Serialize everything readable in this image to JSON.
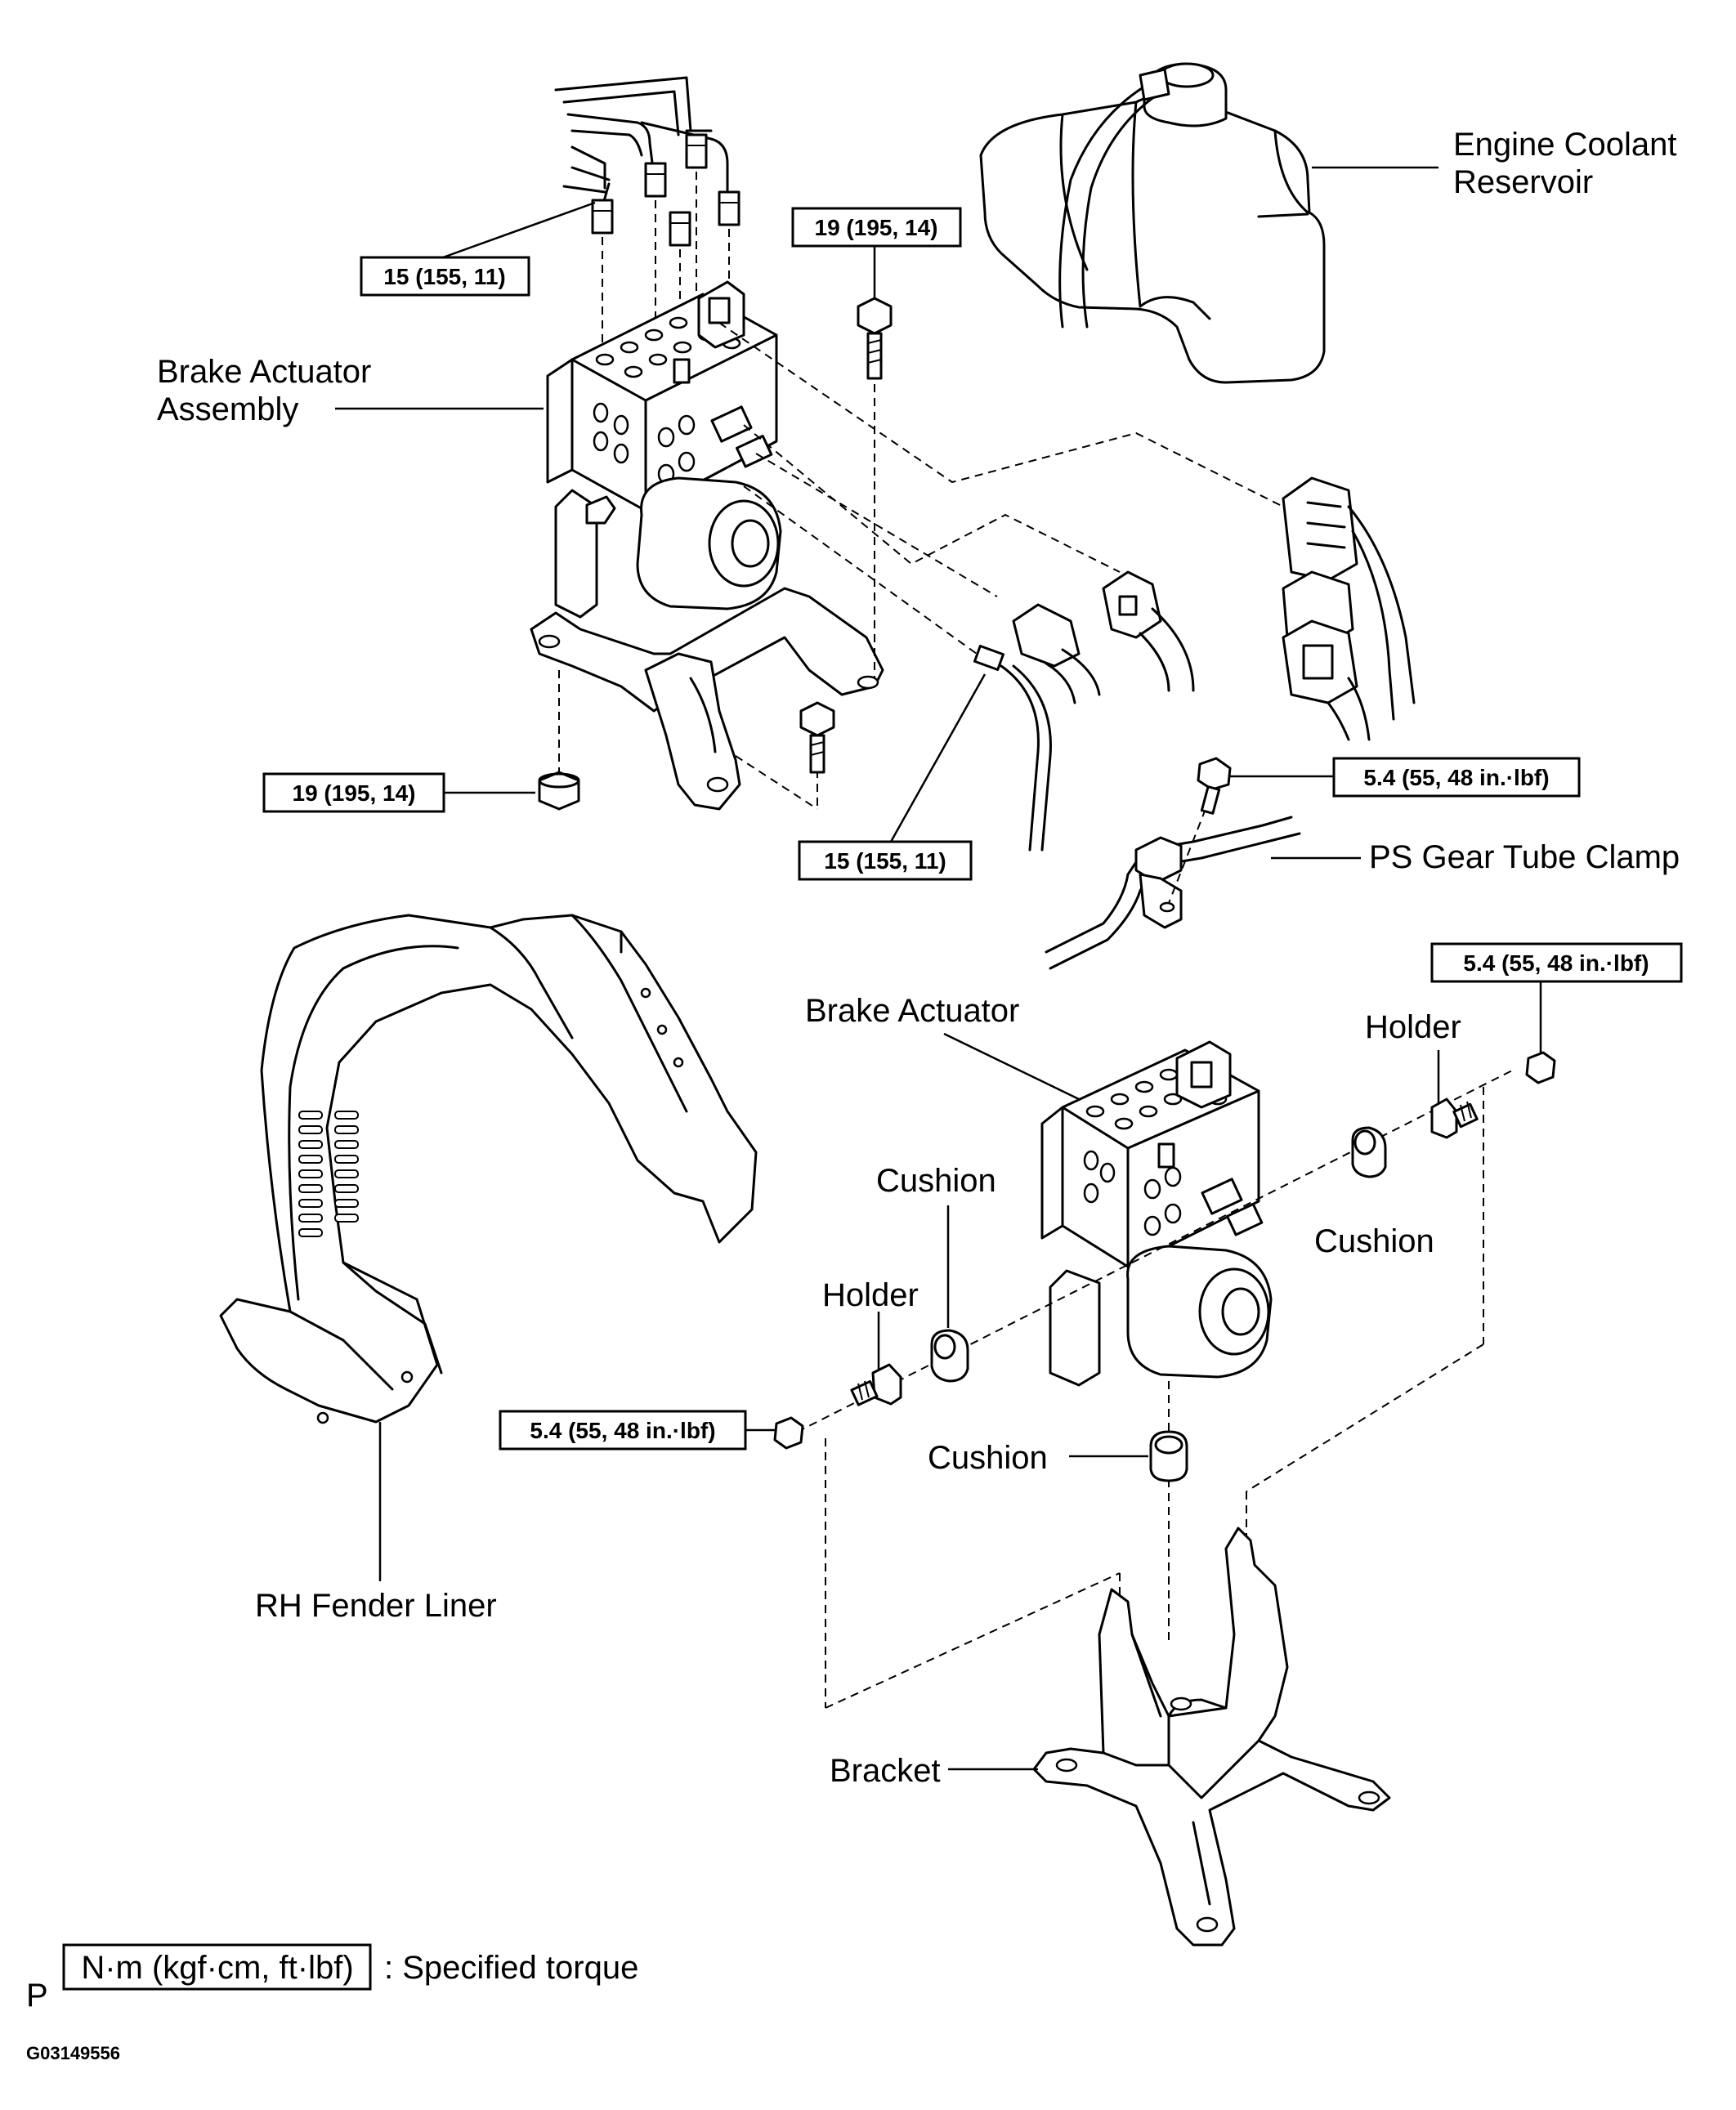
{
  "labels": {
    "engine_coolant_reservoir": [
      "Engine Coolant",
      "Reservoir"
    ],
    "brake_actuator_assembly": [
      "Brake Actuator",
      "Assembly"
    ],
    "ps_gear_tube_clamp": "PS Gear Tube Clamp",
    "brake_actuator": "Brake Actuator",
    "holder_right": "Holder",
    "cushion_right": "Cushion",
    "cushion_left": "Cushion",
    "holder_left": "Holder",
    "cushion_bottom": "Cushion",
    "rh_fender_liner": "RH Fender Liner",
    "bracket": "Bracket"
  },
  "torque_specs": {
    "brake_lines_top": "15 (155, 11)",
    "bracket_bolt_top": "19 (195, 14)",
    "bracket_nut_bottom": "19 (195, 14)",
    "brake_line_side": "15 (155, 11)",
    "ps_clamp_bolt": "5.4 (55, 48 in.·lbf)",
    "holder_nut_right": "5.4 (55, 48 in.·lbf)",
    "holder_nut_left": "5.4 (55, 48 in.·lbf)"
  },
  "legend": {
    "unit_box": "N·m (kgf·cm, ft·lbf)",
    "description": ": Specified torque"
  },
  "corner": {
    "mark": "P",
    "figure_id": "G03149556"
  }
}
